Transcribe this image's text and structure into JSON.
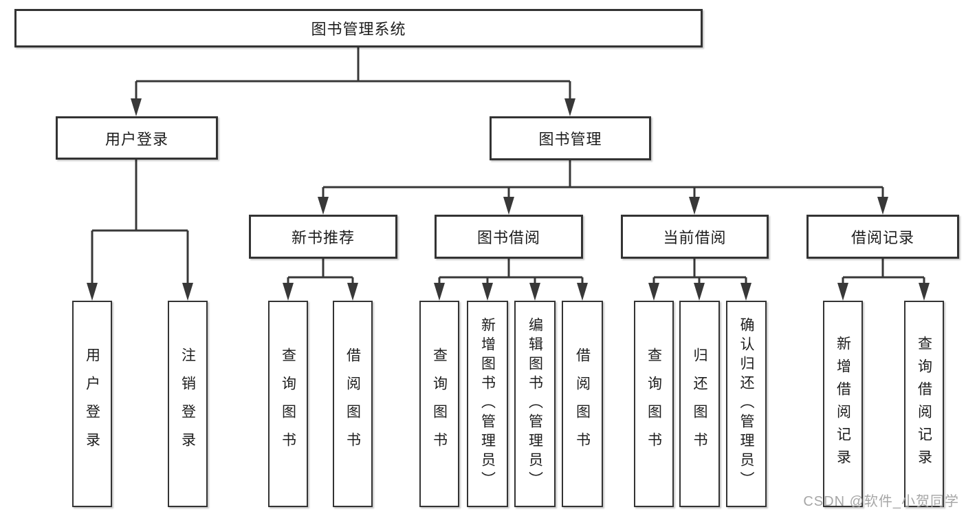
{
  "diagram": {
    "title": "图书管理系统",
    "branches": [
      {
        "label": "用户登录",
        "children": [
          {
            "label": "用户登录"
          },
          {
            "label": "注销登录"
          }
        ]
      },
      {
        "label": "图书管理",
        "children": [
          {
            "label": "新书推荐",
            "children": [
              {
                "label": "查询图书"
              },
              {
                "label": "借阅图书"
              }
            ]
          },
          {
            "label": "图书借阅",
            "children": [
              {
                "label": "查询图书"
              },
              {
                "label": "新增图书（管理员）"
              },
              {
                "label": "编辑图书（管理员）"
              },
              {
                "label": "借阅图书"
              }
            ]
          },
          {
            "label": "当前借阅",
            "children": [
              {
                "label": "查询图书"
              },
              {
                "label": "归还图书"
              },
              {
                "label": "确认归还（管理员）"
              }
            ]
          },
          {
            "label": "借阅记录",
            "children": [
              {
                "label": "新增借阅记录"
              },
              {
                "label": "查询借阅记录"
              }
            ]
          }
        ]
      }
    ]
  },
  "colors": {
    "line": "#383838",
    "border": "#333333",
    "text": "#1d1d1d",
    "watermark": "#a6a6a6"
  },
  "watermark": "CSDN @软件_小贺同学"
}
